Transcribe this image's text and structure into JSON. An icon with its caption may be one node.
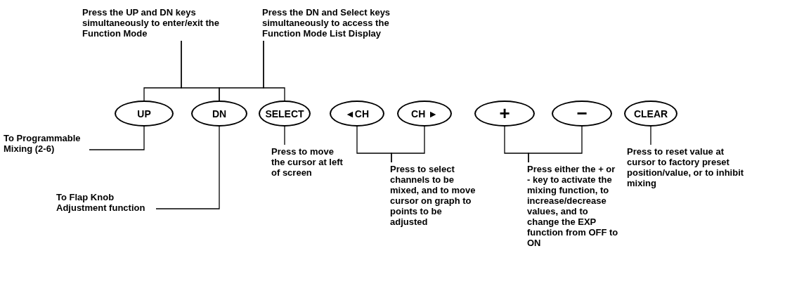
{
  "diagram": {
    "nodes": [
      {
        "text": [
          "Press the UP and DN keys simultaneously to enter/exit the Function Mode"
        ]
      },
      {
        "text": [
          "Press the DN and Select keys simultaneously to access the Function Mode List Display"
        ]
      },
      {
        "text": [
          "UP"
        ]
      },
      {
        "text": [
          "DN"
        ]
      },
      {
        "text": [
          "SELECT"
        ]
      },
      {
        "text": [
          "◄CH"
        ]
      },
      {
        "text": [
          "CH ►"
        ]
      },
      {
        "text": [
          "+"
        ]
      },
      {
        "text": [
          "−"
        ]
      },
      {
        "text": [
          "CLEAR"
        ]
      },
      {
        "text": [
          "To Programmable Mixing (2-6)"
        ]
      },
      {
        "text": [
          "To Flap Knob Adjustment function"
        ]
      },
      {
        "text": [
          "Press to move the cursor at left of screen"
        ]
      },
      {
        "text": [
          "Press to select channels to be mixed, and to move cursor on graph to points to be adjusted"
        ]
      },
      {
        "text": [
          "Press either the + or - key to activate the mixing function, to increase/decrease values, and to change the EXP function from OFF to ON"
        ]
      },
      {
        "text": [
          "Press to reset value at cursor to factory preset position/value, or to inhibit mixing"
        ]
      }
    ],
    "edges": [
      {
        "from": 0,
        "to": 2,
        "arrow": "none"
      },
      {
        "from": 0,
        "to": 3,
        "arrow": "none"
      },
      {
        "from": 1,
        "to": 3,
        "arrow": "none"
      },
      {
        "from": 1,
        "to": 4,
        "arrow": "none"
      },
      {
        "from": 10,
        "to": 2,
        "arrow": "none"
      },
      {
        "from": 11,
        "to": 3,
        "arrow": "none"
      },
      {
        "from": 12,
        "to": 4,
        "arrow": "none"
      },
      {
        "from": 13,
        "to": 5,
        "arrow": "none"
      },
      {
        "from": 13,
        "to": 6,
        "arrow": "none"
      },
      {
        "from": 14,
        "to": 7,
        "arrow": "none"
      },
      {
        "from": 14,
        "to": 8,
        "arrow": "none"
      },
      {
        "from": 15,
        "to": 9,
        "arrow": "none"
      }
    ]
  }
}
